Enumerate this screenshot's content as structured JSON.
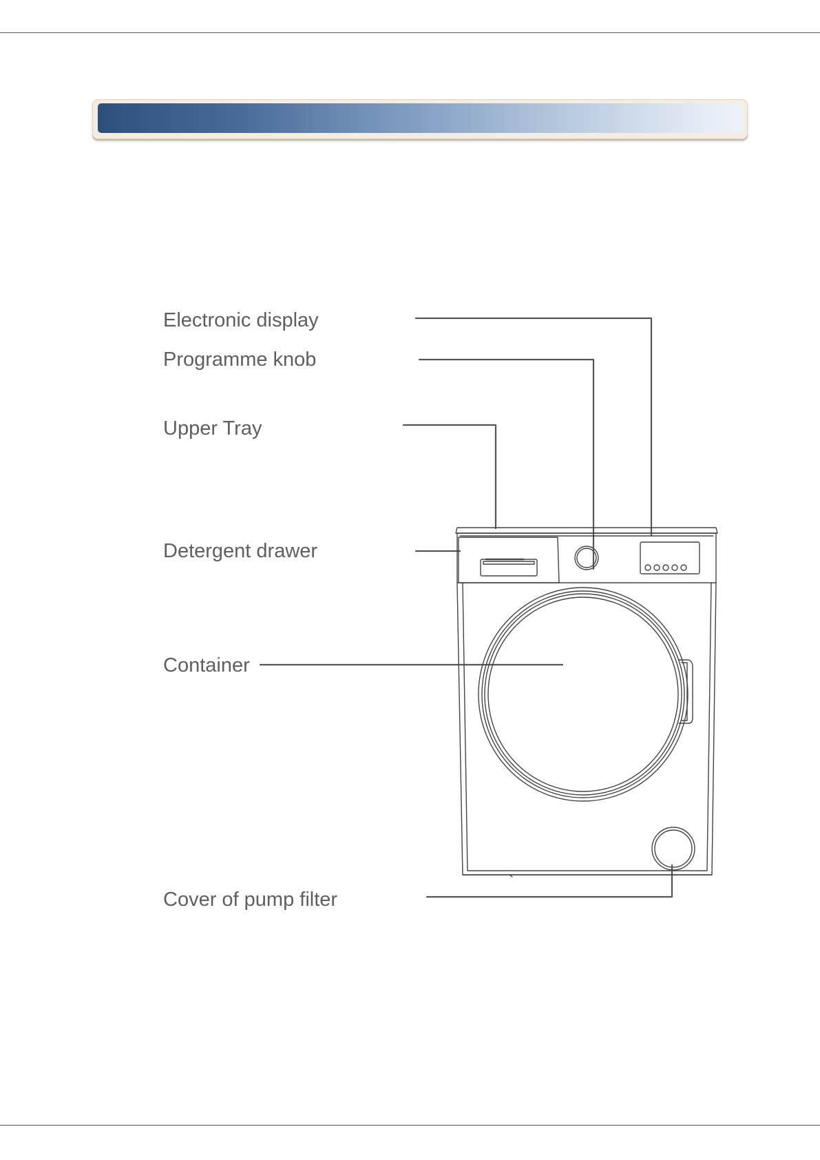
{
  "labels": {
    "electronic_display": "Electronic display",
    "programme_knob": "Programme knob",
    "upper_tray": "Upper Tray",
    "detergent_drawer": "Detergent drawer",
    "container": "Container",
    "cover_of_pump_filter": "Cover of pump filter"
  },
  "colors": {
    "label_text": "#5f5f5f",
    "line": "#555555",
    "banner_dark": "#2e4f7c",
    "banner_light": "#eef3f8"
  }
}
